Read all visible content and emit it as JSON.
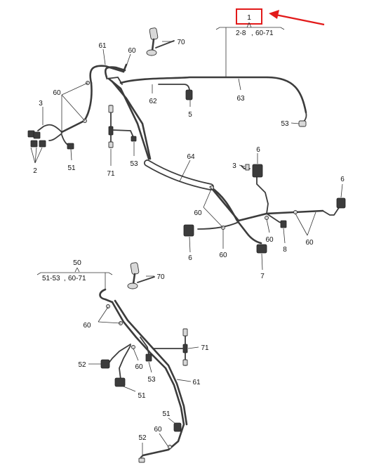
{
  "diagram": {
    "assembly_upper": {
      "number": "1",
      "range_left": "2-8",
      "range_right": "60-71"
    },
    "assembly_lower": {
      "number": "50",
      "range_left": "51-53",
      "range_right": "60-71"
    },
    "colors": {
      "highlight": "#e21a1a",
      "line": "#3c3c3c"
    },
    "upper_callouts": [
      "61",
      "60",
      "70",
      "62",
      "63",
      "5",
      "53",
      "3",
      "60",
      "2",
      "51",
      "71",
      "53",
      "64",
      "6",
      "3",
      "6",
      "60",
      "6",
      "60",
      "60",
      "8",
      "60",
      "7"
    ],
    "lower_callouts": [
      "70",
      "60",
      "71",
      "52",
      "60",
      "53",
      "61",
      "51",
      "51",
      "60",
      "52"
    ]
  }
}
